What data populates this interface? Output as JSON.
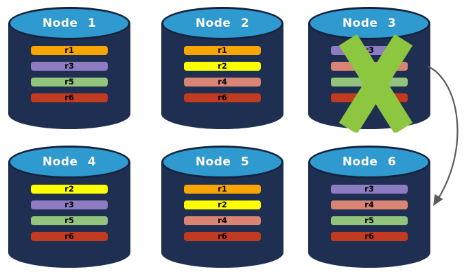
{
  "diagram": {
    "kind": "database-replica-distribution",
    "node_count": 6
  },
  "nodes": [
    {
      "name": "Node 1",
      "replicas": [
        "r1",
        "r3",
        "r5",
        "r6"
      ],
      "failed": false
    },
    {
      "name": "Node 2",
      "replicas": [
        "r1",
        "r2",
        "r4",
        "r6"
      ],
      "failed": false
    },
    {
      "name": "Node 3",
      "replicas": [
        "r3",
        "r4",
        "r5",
        "r6"
      ],
      "failed": true
    },
    {
      "name": "Node 4",
      "replicas": [
        "r2",
        "r3",
        "r5",
        "r6"
      ],
      "failed": false
    },
    {
      "name": "Node 5",
      "replicas": [
        "r1",
        "r2",
        "r4",
        "r6"
      ],
      "failed": false
    },
    {
      "name": "Node 6",
      "replicas": [
        "r3",
        "r4",
        "r5",
        "r6"
      ],
      "failed": false
    }
  ],
  "arrow": {
    "from": "Node 3",
    "to": "Node 6"
  },
  "colors": {
    "background": "#FFFFFF",
    "cylinder_top": "#2F9AD0",
    "cylinder_body": "#1E2F51",
    "cylinder_outline": "#15233D",
    "node_title_text": "#FFFFFF",
    "replica_label_text": "#000000",
    "failure_x": "#8DC63F",
    "arrow": "#595959",
    "replicas": {
      "r1": "#F9A602",
      "r2": "#FFFF00",
      "r3": "#8E7CC3",
      "r4": "#DA8474",
      "r5": "#93C47D",
      "r6": "#C23A20"
    }
  }
}
